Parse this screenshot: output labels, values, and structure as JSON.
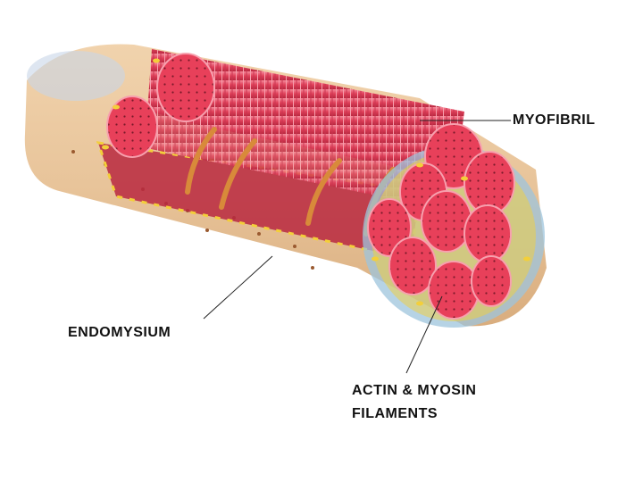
{
  "labels": {
    "myofibril": "MYOFIBRIL",
    "endomysium": "ENDOMYSIUM",
    "filaments_line1": "ACTIN & MYOSIN",
    "filaments_line2": "FILAMENTS"
  },
  "colors": {
    "fiber_body": "#e8c49a",
    "fiber_shadow": "#d8ab7a",
    "myofibril_red": "#e0405a",
    "myofibril_stripe": "#f07a8c",
    "cross_section": "#e8405a",
    "nucleus_blue": "#9ec4dc",
    "fat_yellow": "#f3cf3a",
    "tubule_orange": "#d88a3a",
    "label_text": "#111111"
  }
}
